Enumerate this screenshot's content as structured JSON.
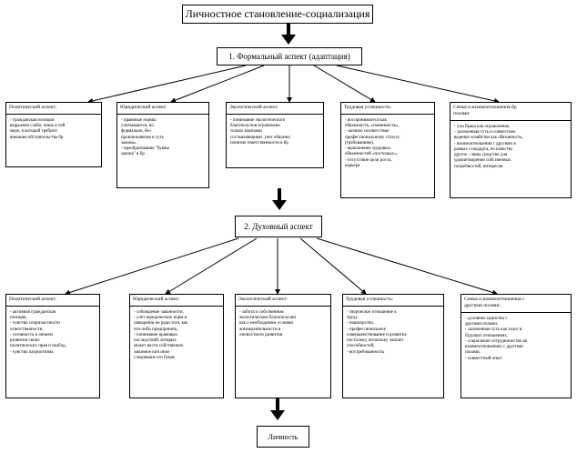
{
  "title": "Личностное становление-социализация",
  "stage1": {
    "label": "1. Формальный аспект (адаптация)",
    "aspects": [
      {
        "header": "Политический аспект:",
        "lines": [
          "- гражданская позиция",
          "выражена слабо, лишь в той",
          "мере, в которой требуют",
          "внешние обстоятельства бр"
        ]
      },
      {
        "header": "Юридический аспект:",
        "lines": [
          "- правовые нормы",
          "учитываются, но",
          "формально, без",
          "проникновения в суть",
          "закона»,",
          "- преобразование \"буквы",
          "закона\" в бр"
        ]
      },
      {
        "header": "Экологический аспект:",
        "lines": [
          "- понимание экологического",
          "благополучия ограничено",
          "только законами",
          "составляющими: учет обязанн;",
          "понятие ответственности в бр"
        ]
      },
      {
        "header": "Трудовая успешность:",
        "lines": [
          "- воспринимается как",
          "обязанность, «повинность»,",
          "- заочное соответствие",
          "профессиональному статусу",
          "(требованиям),",
          "- выполнение трудовых",
          "обязанностей «постольку»,",
          "- отсутствие цели роста,",
          "карьера"
        ]
      },
      {
        "header": "Семья и взаимоотношения бр",
        "header2": "полами:",
        "lines": [
          "- узы брака как ограничение,",
          "- заложенная суть и совместное",
          "ведение хозяйства как обязанность,",
          "- взаимоотношения с другими в",
          "рамках стандарта, по качеству",
          "другое - лишь средство для",
          "удовлетворения собственных",
          "потребностей, интересов"
        ]
      }
    ]
  },
  "stage2": {
    "label": "2. Духовный аспект",
    "aspects": [
      {
        "header": "Политический аспект:",
        "lines": [
          "- активная гражданская",
          "позиция,",
          "- чувство сопричастности",
          "ответственности,",
          "- готовность в личном",
          "развитии своих",
          "политических прав и свобод,",
          "- чувство патриотизма"
        ]
      },
      {
        "header": "Юридический аспект:",
        "lines": [
          "- соблюдение законности,",
          "- учет юридических норм в",
          "поведении не ради того, как",
          "что-либо предпринять,",
          "- понимание правовых",
          "последствий, которых",
          "может нести собственное",
          "законное или иное",
          "следование его букве"
        ]
      },
      {
        "header": "Экологический аспект:",
        "lines": [
          "- забота о собственном",
          "экологическом благополучии",
          "как о необходимом условии",
          "жизнедеятельности в",
          "личностного развития"
        ]
      },
      {
        "header": "Трудовая успешность:",
        "lines": [
          "- творческое отношение к",
          "труду,",
          "- новаторство,",
          "- профессиональное",
          "совершенствование и развитие",
          "постольку, поскольку хватает",
          "способностей,",
          "- востребованность"
        ]
      },
      {
        "header": "Семья и взаимоотношения с",
        "header2": "другими полами:",
        "lines": [
          "- духовное единство с",
          "другими полами,",
          "- заложенная суть как залог в",
          "будущих отношениях,",
          "- социальное сотрудничество во",
          "взаимоотношениях с другими",
          "полами,",
          "- совместный опыт"
        ]
      }
    ]
  },
  "result": "Личность"
}
